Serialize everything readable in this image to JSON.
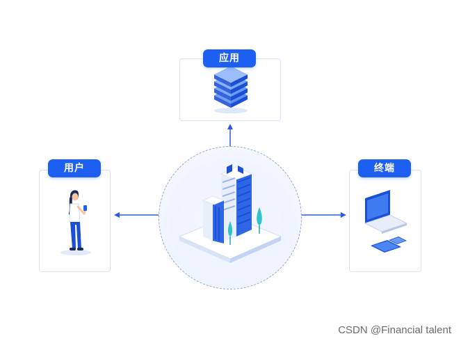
{
  "nodes": {
    "app": {
      "label": "应用",
      "icon": "server-stack-icon"
    },
    "user": {
      "label": "用户",
      "icon": "person-with-phone-icon"
    },
    "terminal": {
      "label": "终端",
      "icon": "laptop-and-devices-icon"
    },
    "center": {
      "icon": "building-cluster-icon"
    }
  },
  "watermark": "CSDN @Financial talent",
  "colors": {
    "accent": "#1d5ff0",
    "border": "#dbe3f3",
    "dashed": "#8ea6de",
    "arrow": "#2b5bd6"
  }
}
